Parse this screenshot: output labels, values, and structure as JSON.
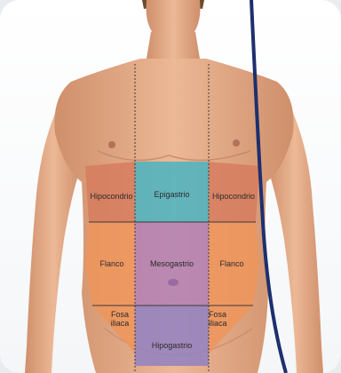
{
  "regions": {
    "epigastric": {
      "label": "Epigastrio",
      "color": "#45b4c4"
    },
    "hypochondrium_left": {
      "label": "Hipocondrio",
      "color": "#d77b5e"
    },
    "hypochondrium_right": {
      "label": "Hipocondrio",
      "color": "#d77b5e"
    },
    "umbilical": {
      "label": "Mesogastrio",
      "color": "#b07fb7"
    },
    "flank_left": {
      "label": "Flanco",
      "color": "#f0955a"
    },
    "flank_right": {
      "label": "Flanco",
      "color": "#f0955a"
    },
    "hypogastric": {
      "label": "Hipogastrio",
      "color": "#8f7fc4"
    },
    "iliac_left": {
      "label": "Fosa\niliaca",
      "color": "#f0955a"
    },
    "iliac_right": {
      "label": "Fosa\niliaca",
      "color": "#f0955a"
    }
  },
  "colors": {
    "skin": "#e8b08d",
    "skin_shadow": "#cf8f6b",
    "hair": "#6b4a2e",
    "divider_line": "#3a3a3a",
    "curve_line": "#1d2f6e"
  }
}
